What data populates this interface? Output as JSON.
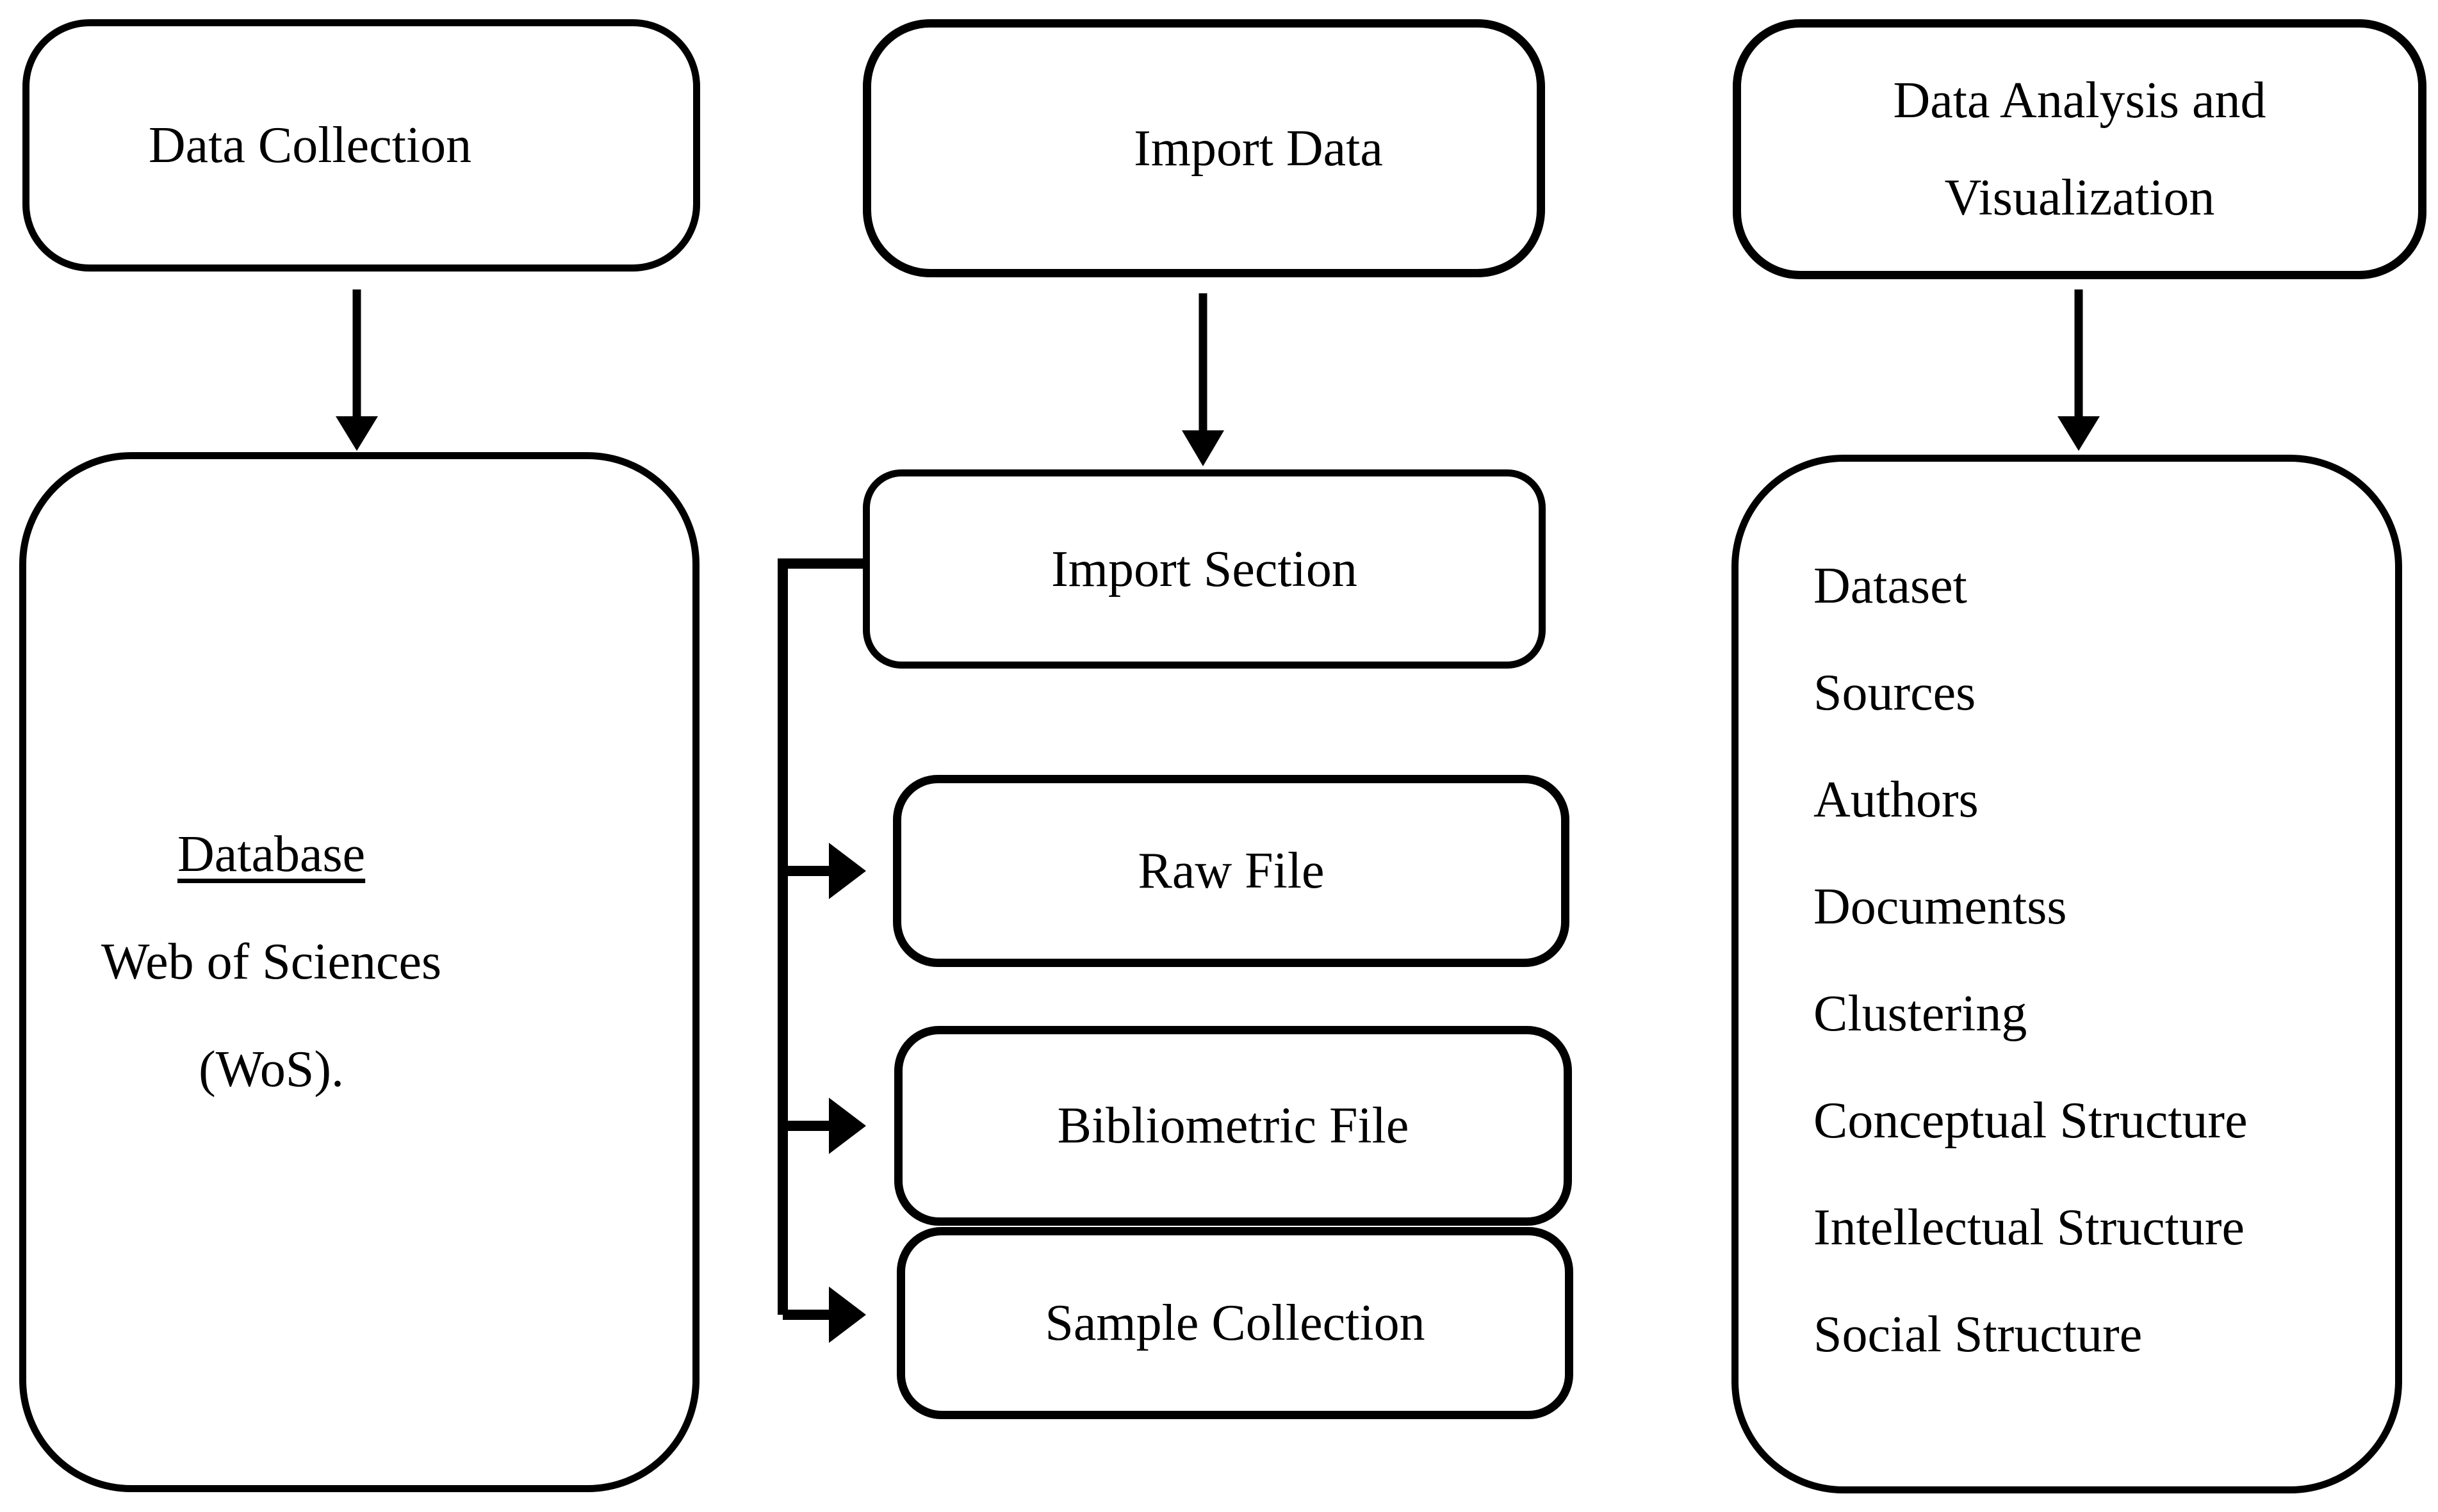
{
  "diagram": {
    "left_column": {
      "header": "Data Collection",
      "database_box": {
        "title": "Database",
        "line2": "Web of Sciences",
        "line3": "(WoS)."
      }
    },
    "middle_column": {
      "header": "Import Data",
      "step": "Import Section",
      "outputs": [
        "Raw File",
        "Bibliometric File",
        "Sample Collection"
      ]
    },
    "right_column": {
      "header_line1": "Data Analysis and",
      "header_line2": "Visualization",
      "items": [
        "Dataset",
        "Sources",
        "Authors",
        "Documentss",
        "Clustering",
        "Conceptual Structure",
        "Intellectual Structure",
        "Social Structure"
      ]
    },
    "colors": {
      "stroke": "#000000",
      "background": "#ffffff"
    }
  }
}
